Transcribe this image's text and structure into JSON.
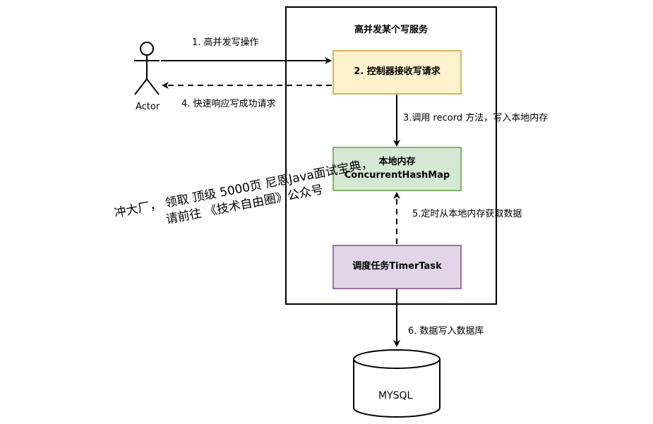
{
  "diagram": {
    "container_title": "高并发某个写服务",
    "actor_label": "Actor",
    "nodes": {
      "controller": "2. 控制器接收写请求",
      "memory_line1": "本地内存",
      "memory_line2": "ConcurrentHashMap",
      "timer": "调度任务TimerTask",
      "mysql": "MYSQL"
    },
    "edges": {
      "e1": "1. 高并发写操作",
      "e3": "3.调用 record 方法，写入本地内存",
      "e4": "4. 快速响应写成功请求",
      "e5": "5.定时从本地内存获取数据",
      "e6": "6. 数据写入数据库"
    },
    "watermark": {
      "line1": "冲大厂， 领取 顶级  5000页 尼恩Java面试宝典，",
      "line2": "请前往 《技术自由圈》公众号"
    },
    "colors": {
      "controller_fill": "#fff2cc",
      "controller_stroke": "#d6b656",
      "memory_fill": "#d5e8d4",
      "memory_stroke": "#82b366",
      "timer_fill": "#e1d5e7",
      "timer_stroke": "#9673a6"
    }
  }
}
